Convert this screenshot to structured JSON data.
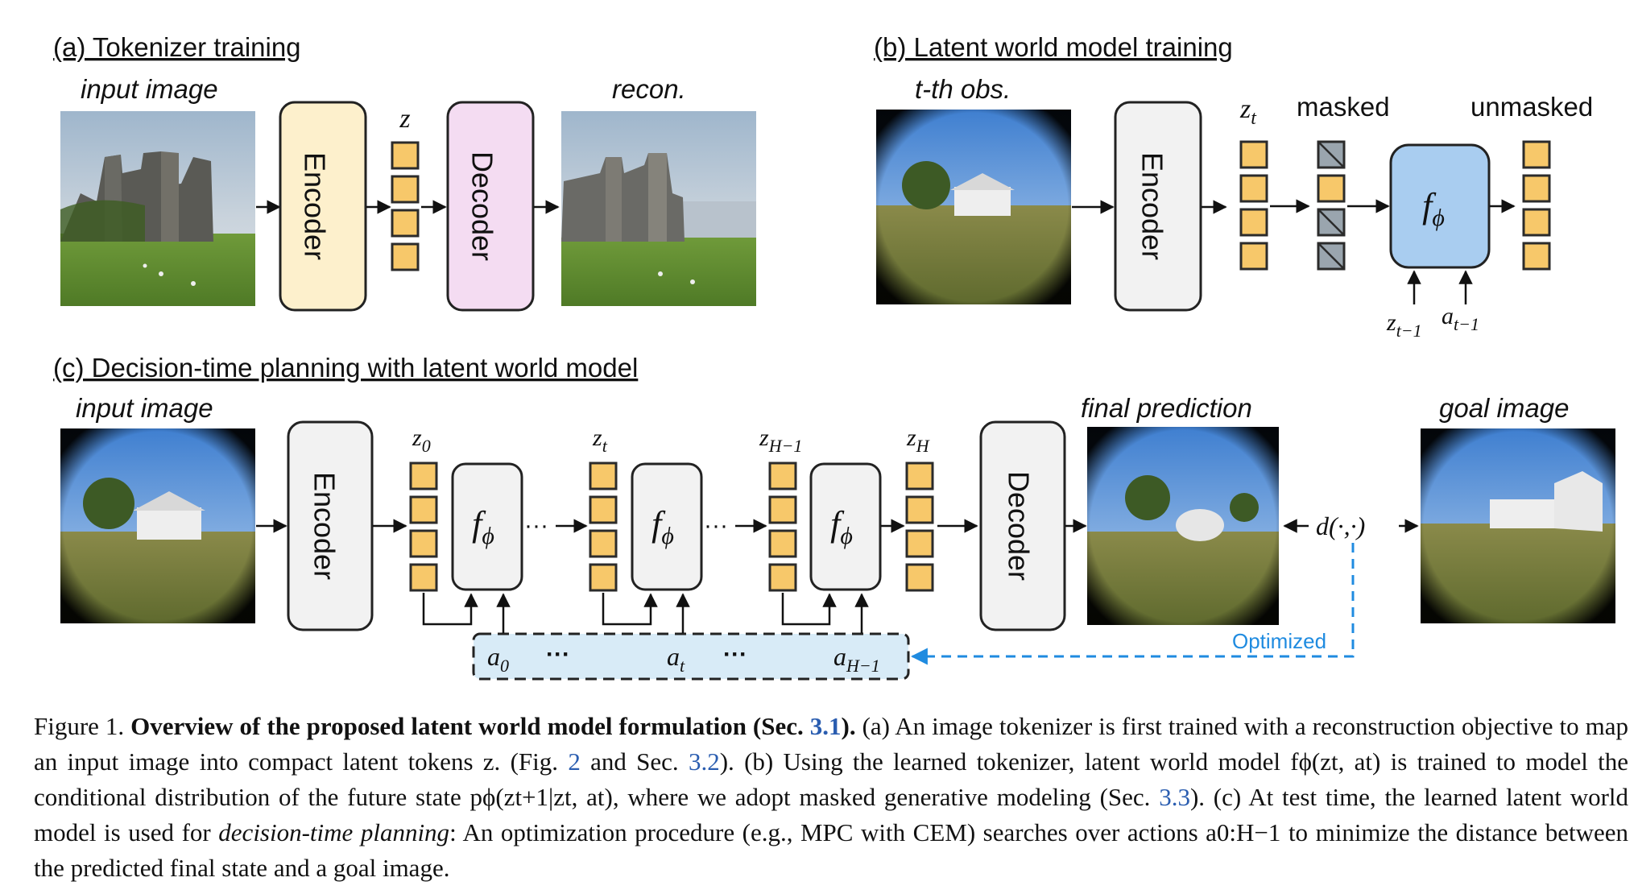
{
  "panel_a": {
    "title": "(a) Tokenizer training",
    "input_label": "input image",
    "recon_label": "recon.",
    "encoder_label": "Encoder",
    "decoder_label": "Decoder",
    "z_label": "z"
  },
  "panel_b": {
    "title": "(b) Latent world model training",
    "obs_label": "t-th obs.",
    "encoder_label": "Encoder",
    "zt_label": "z",
    "zt_sub": "t",
    "masked_label": "masked",
    "unmasked_label": "unmasked",
    "f_label": "f",
    "f_sub": "ϕ",
    "zprev_label": "z",
    "zprev_sub": "t−1",
    "aprev_label": "a",
    "aprev_sub": "t−1"
  },
  "panel_c": {
    "title": "(c) Decision-time planning with latent world model",
    "input_label": "input image",
    "encoder_label": "Encoder",
    "decoder_label": "Decoder",
    "final_label": "final prediction",
    "goal_label": "goal image",
    "z0": "z",
    "z0_sub": "0",
    "zt": "z",
    "zt_sub": "t",
    "zH1": "z",
    "zH1_sub": "H−1",
    "zH": "z",
    "zH_sub": "H",
    "f_label": "f",
    "f_sub": "ϕ",
    "dist_label": "d(·,·)",
    "optimized_label": "Optimized",
    "a0": "a",
    "a0_sub": "0",
    "at": "a",
    "at_sub": "t",
    "aH1": "a",
    "aH1_sub": "H−1",
    "dots": "···"
  },
  "colors": {
    "token": "#f7c86a",
    "token_stroke": "#2b2b2b",
    "masked_token": "#9aa5ae",
    "encoder_fill_a": "#fdf0cc",
    "decoder_fill_a": "#f4dcf2",
    "box_gray": "#f2f2f2",
    "f_blue": "#a9cdf0",
    "action_bg": "#d8ebf7",
    "optimized_blue": "#1f8be0"
  },
  "caption": {
    "fig_label": "Figure 1.",
    "bold_title": "Overview of the proposed latent world model formulation (Sec.",
    "sec1": "3.1",
    "bold_end": ").",
    "part1": "(a) An image tokenizer is first trained with a reconstruction objective to map an input image into compact latent tokens z. (Fig.",
    "fig2": "2",
    "part2": "and Sec.",
    "sec2": "3.2",
    "part3": "). (b) Using the learned tokenizer, latent world model fϕ(zt, at) is trained to model the conditional distribution of the future state pϕ(zt+1|zt, at), where we adopt masked generative modeling (Sec.",
    "sec3": "3.3",
    "part4": "). (c) At test time, the learned latent world model is used for",
    "italic": "decision-time planning",
    "part5": ": An optimization procedure (e.g., MPC with CEM) searches over actions a0:H−1 to minimize the distance between the predicted final state and a goal image."
  }
}
